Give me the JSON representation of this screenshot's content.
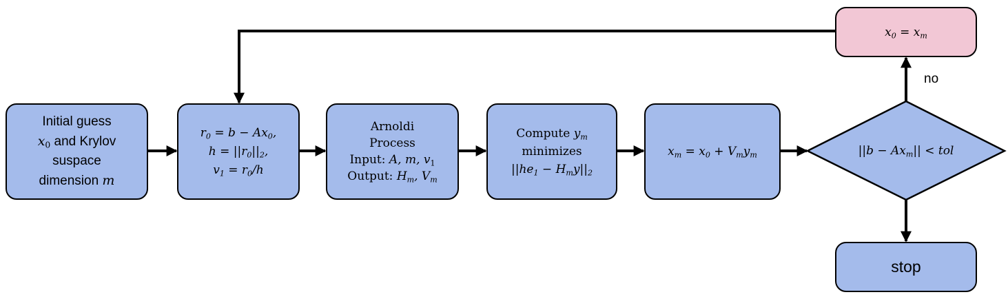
{
  "init": {
    "line1": "Initial guess",
    "line2_var": "x",
    "line2_sub": "0",
    "line2_rest": " and Krylov",
    "line3": "suspace",
    "line4_text": "dimension ",
    "line4_var": "m"
  },
  "residual": {
    "l1_lhs_var": "r",
    "l1_lhs_sub": "0",
    "l1_rhs": " = b − Ax",
    "l1_rhs_sub": "0",
    "l1_end": ",",
    "l2_lhs": "h = ||r",
    "l2_sub1": "0",
    "l2_mid": "||",
    "l2_sub2": "2",
    "l2_end": ",",
    "l3_lhs": "v",
    "l3_sub1": "1",
    "l3_mid": " = r",
    "l3_sub2": "0",
    "l3_end": "/h"
  },
  "arnoldi": {
    "line1": "Arnoldi",
    "line2": "Process",
    "in_label": "Input: ",
    "in_vars": "A, m, v",
    "in_sub": "1",
    "out_label": "Output: ",
    "out_v1": "H",
    "out_sub1": "m",
    "out_sep": ", V",
    "out_sub2": "m"
  },
  "compute": {
    "l1_text": "Compute ",
    "l1_var": "y",
    "l1_sub": "m",
    "line2": "minimizes",
    "l3_a": "||he",
    "l3_sub1": "1",
    "l3_b": " − H",
    "l3_sub2": "m",
    "l3_c": "y||",
    "l3_sub3": "2"
  },
  "update": {
    "a": "x",
    "sub1": "m",
    "b": " = x",
    "sub2": "0",
    "c": " + V",
    "sub3": "m",
    "d": "y",
    "sub4": "m"
  },
  "decision": {
    "a": "||b − Ax",
    "sub": "m",
    "b": "|| < tol"
  },
  "restart": {
    "a": "x",
    "sub1": "0",
    "b": " = x",
    "sub2": "m"
  },
  "no_label": "no",
  "stop_label": "stop",
  "colors": {
    "box_fill": "#a4bbeb",
    "restart_fill": "#f2c7d5",
    "stroke": "#000000"
  },
  "icons": [
    "arrow-right",
    "arrow-down",
    "arrow-up"
  ]
}
